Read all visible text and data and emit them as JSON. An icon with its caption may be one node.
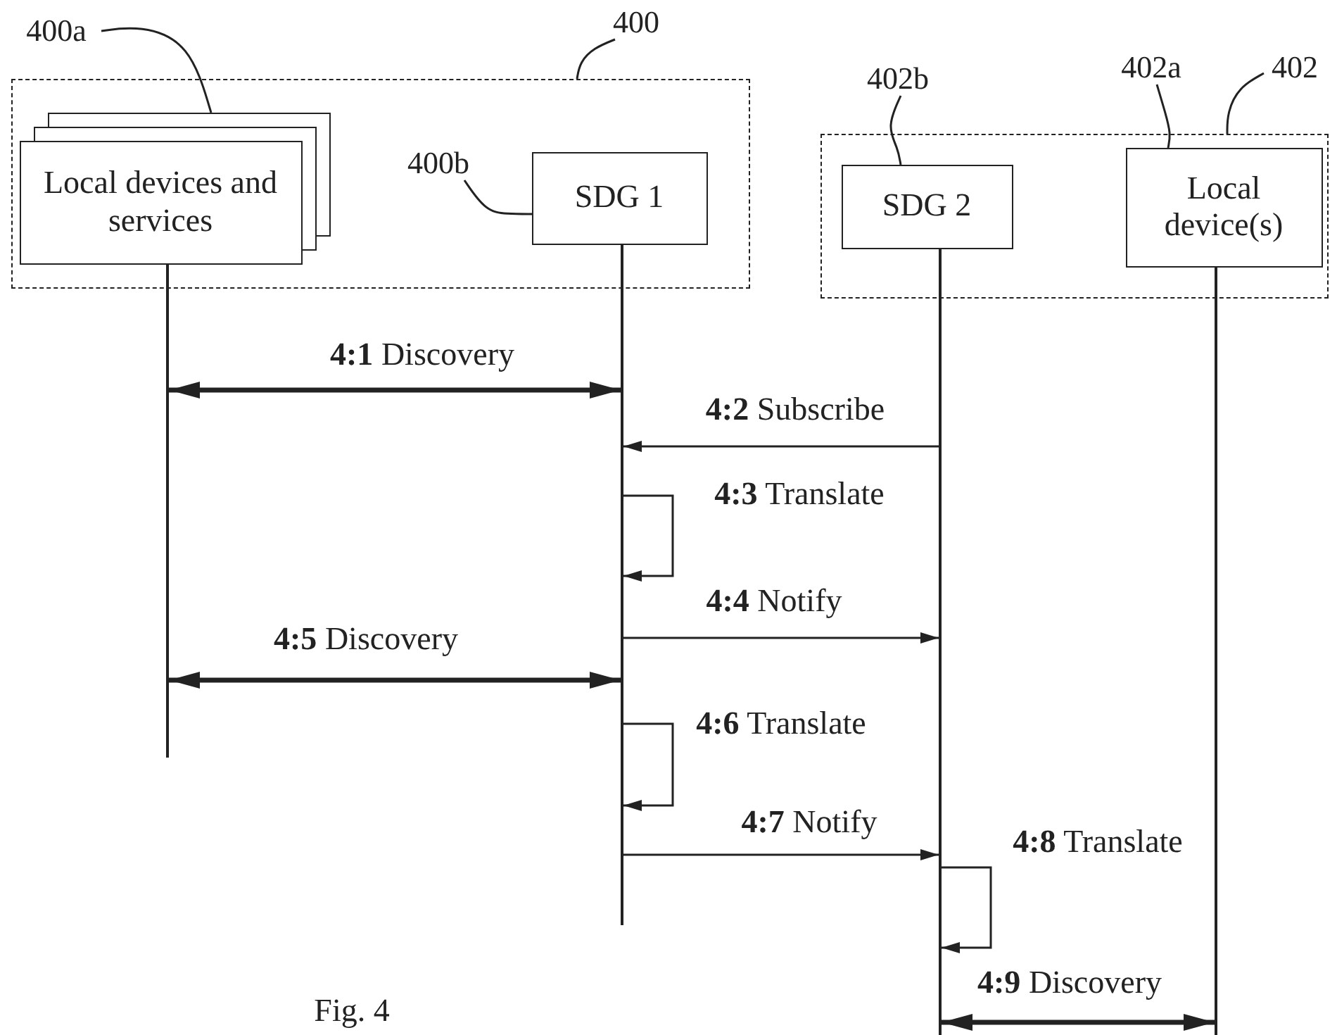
{
  "diagram": {
    "caption": "Fig. 4",
    "nodes": [
      {
        "text": [],
        "shape": "box"
      },
      {
        "text": [
          "Local devices and services"
        ],
        "in": 0
      },
      {
        "text": [
          "SDG 1"
        ],
        "in": 0
      },
      {
        "text": [],
        "shape": "box"
      },
      {
        "text": [
          "SDG 2"
        ],
        "in": 3
      },
      {
        "text": [
          "Local device(s)"
        ],
        "in": 3
      },
      {
        "text": [
          "400"
        ]
      },
      {
        "text": [
          "400a"
        ]
      },
      {
        "text": [
          "400b"
        ],
        "in": 0
      },
      {
        "text": [
          "402b"
        ]
      },
      {
        "text": [
          "402a"
        ]
      },
      {
        "text": [
          "402"
        ]
      },
      {
        "text": [],
        "shape": "bar"
      },
      {
        "text": [],
        "shape": "bar"
      },
      {
        "text": [],
        "shape": "bar"
      },
      {
        "text": [],
        "shape": "bar"
      }
    ],
    "edges": [
      {
        "from": 6,
        "to": 0,
        "arrow": "none"
      },
      {
        "from": 7,
        "to": 1,
        "arrow": "none"
      },
      {
        "from": 8,
        "to": 2,
        "arrow": "none"
      },
      {
        "from": 9,
        "to": 4,
        "arrow": "none"
      },
      {
        "from": 10,
        "to": 5,
        "arrow": "none"
      },
      {
        "from": 11,
        "to": 3,
        "arrow": "none"
      },
      {
        "from": 12,
        "to": 13,
        "arrow": "both",
        "label": "**4:1** Discovery",
        "style": "thick"
      },
      {
        "from": 14,
        "to": 13,
        "arrow": "to",
        "label": "**4:2** Subscribe"
      },
      {
        "from": 13,
        "to": 13,
        "arrow": "to",
        "label": "**4:3** Translate"
      },
      {
        "from": 13,
        "to": 14,
        "arrow": "to",
        "label": "**4:4** Notify"
      },
      {
        "from": 12,
        "to": 13,
        "arrow": "both",
        "label": "**4:5** Discovery",
        "style": "thick"
      },
      {
        "from": 13,
        "to": 13,
        "arrow": "to",
        "label": "**4:6** Translate"
      },
      {
        "from": 13,
        "to": 14,
        "arrow": "to",
        "label": "**4:7** Notify"
      },
      {
        "from": 14,
        "to": 14,
        "arrow": "to",
        "label": "**4:8** Translate"
      },
      {
        "from": 14,
        "to": 15,
        "arrow": "both",
        "label": "**4:9** Discovery",
        "style": "thick"
      }
    ]
  }
}
